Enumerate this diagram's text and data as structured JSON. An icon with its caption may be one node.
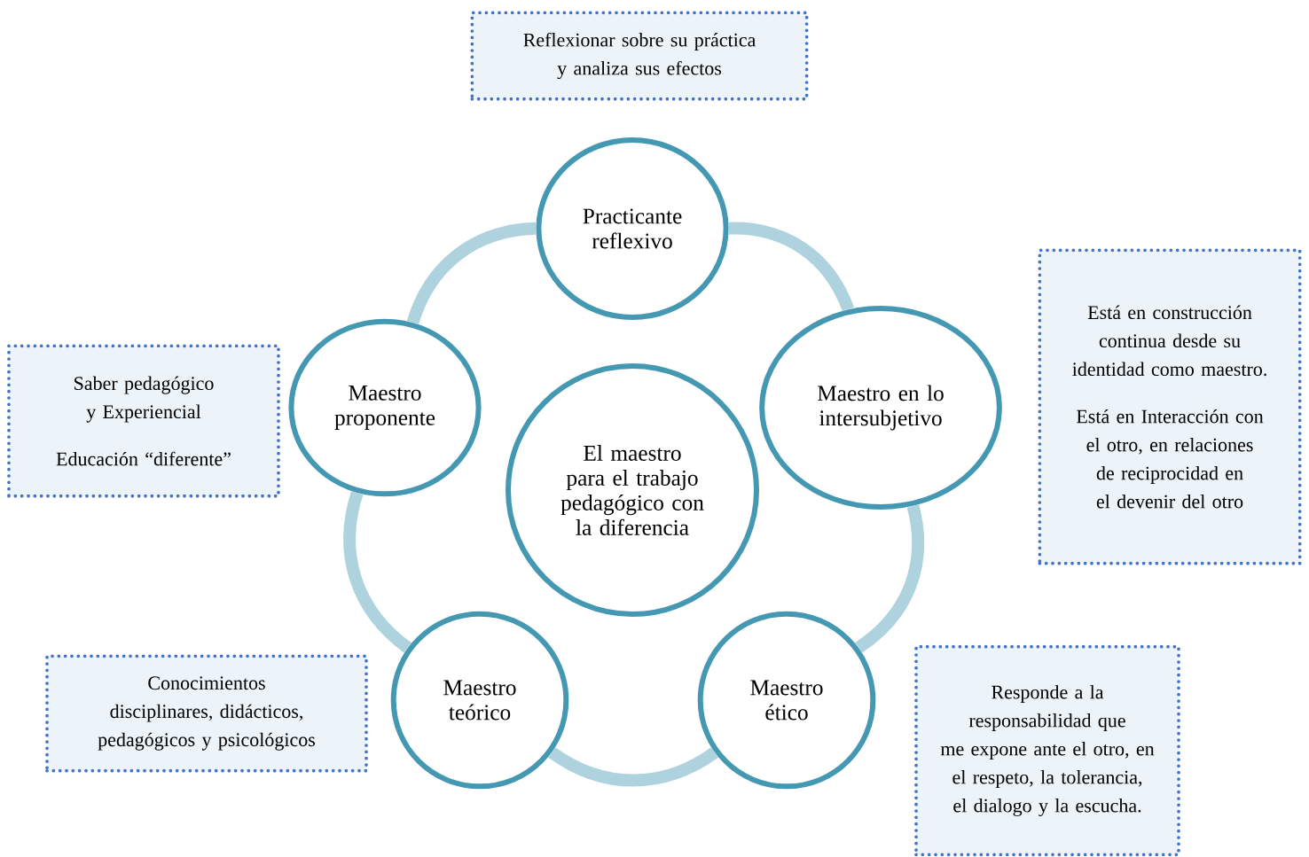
{
  "diagram": {
    "nodes": [
      {
        "text": [
          "Reflexionar sobre su práctica y analiza sus efectos"
        ]
      },
      {
        "text": [
          "Practicante reflexivo"
        ]
      },
      {
        "text": [
          "Está en construcción continua desde su identidad como maestro.",
          "Está en Interacción con el otro, en relaciones de reciprocidad en el devenir del otro"
        ]
      },
      {
        "text": [
          "Saber pedagógico y Experiencial",
          "Educación “diferente”"
        ]
      },
      {
        "text": [
          "Maestro proponente"
        ]
      },
      {
        "text": [
          "El maestro para el trabajo pedagógico con la diferencia"
        ]
      },
      {
        "text": [
          "Maestro en lo intersubjetivo"
        ]
      },
      {
        "text": [
          "Conocimientos disciplinares, didácticos, pedagógicos  y psicológicos"
        ]
      },
      {
        "text": [
          "Maestro teórico"
        ]
      },
      {
        "text": [
          "Maestro ético"
        ]
      },
      {
        "text": [
          "Responde a la responsabilidad que me expone ante el otro, en el respeto, la tolerancia, el dialogo y la escucha."
        ]
      }
    ],
    "edges": [
      {
        "from": 1,
        "to": 6,
        "arrow": "none"
      },
      {
        "from": 6,
        "to": 9,
        "arrow": "none"
      },
      {
        "from": 9,
        "to": 8,
        "arrow": "none"
      },
      {
        "from": 8,
        "to": 4,
        "arrow": "none"
      },
      {
        "from": 4,
        "to": 1,
        "arrow": "none"
      }
    ]
  }
}
